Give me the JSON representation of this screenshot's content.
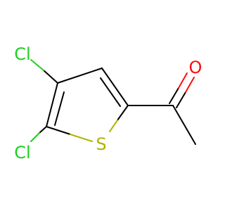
{
  "molecule": {
    "atoms": {
      "cl_top": {
        "label": "Cl",
        "color": "#1fd01f"
      },
      "cl_bottom": {
        "label": "Cl",
        "color": "#1fd01f"
      },
      "sulfur": {
        "label": "S",
        "color": "#b2b200"
      },
      "oxygen": {
        "label": "O",
        "color": "#ff0d0d"
      }
    },
    "bond_color": "#000000"
  }
}
